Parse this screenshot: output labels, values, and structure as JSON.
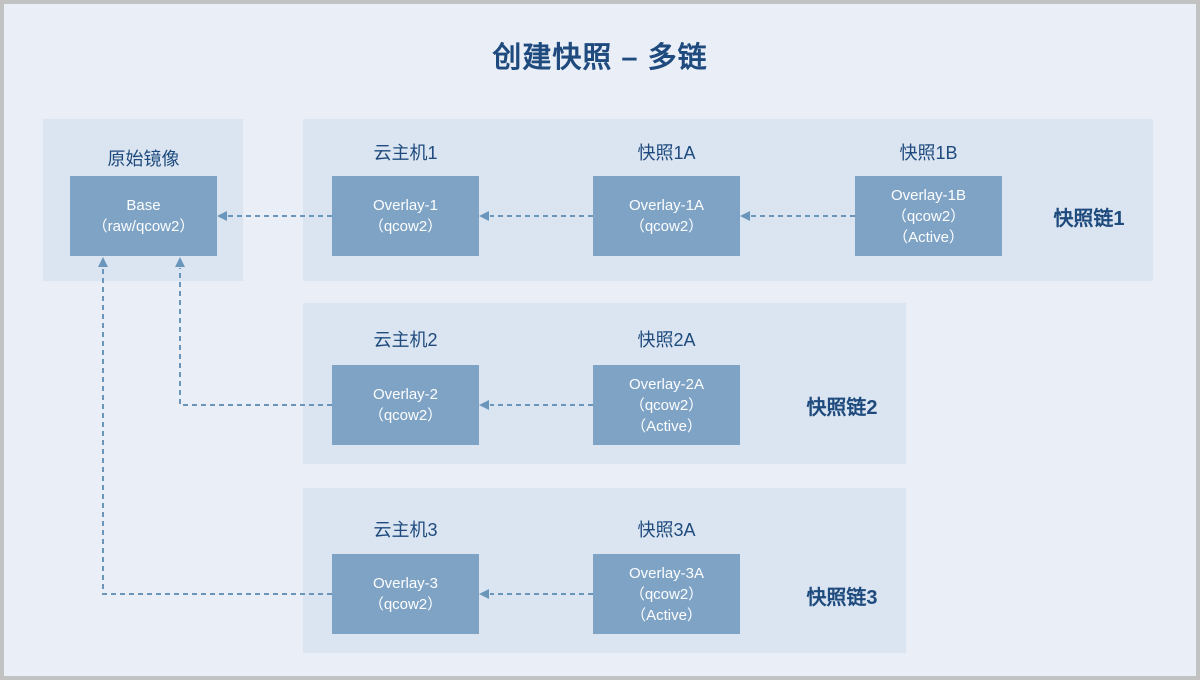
{
  "title": "创建快照 – 多链",
  "colors": {
    "page_bg": "#e9eef7",
    "panel_bg": "#dbe5f1",
    "node_bg": "#7fa3c5",
    "node_text": "#fdfeff",
    "heading": "#1e4a7d",
    "connector": "#6b96bc",
    "frame_border": "#c2c2c2"
  },
  "base_panel": {
    "header": "原始镜像",
    "box": {
      "line1": "Base",
      "line2": "（raw/qcow2）"
    }
  },
  "chains": [
    {
      "label": "快照链1",
      "columns": [
        {
          "header": "云主机1",
          "box": {
            "line1": "Overlay-1",
            "line2": "（qcow2）"
          }
        },
        {
          "header": "快照1A",
          "box": {
            "line1": "Overlay-1A",
            "line2": "（qcow2）"
          }
        },
        {
          "header": "快照1B",
          "box": {
            "line1": "Overlay-1B",
            "line2": "（qcow2）",
            "line3": "（Active）"
          }
        }
      ]
    },
    {
      "label": "快照链2",
      "columns": [
        {
          "header": "云主机2",
          "box": {
            "line1": "Overlay-2",
            "line2": "（qcow2）"
          }
        },
        {
          "header": "快照2A",
          "box": {
            "line1": "Overlay-2A",
            "line2": "（qcow2）",
            "line3": "（Active）"
          }
        }
      ]
    },
    {
      "label": "快照链3",
      "columns": [
        {
          "header": "云主机3",
          "box": {
            "line1": "Overlay-3",
            "line2": "（qcow2）"
          }
        },
        {
          "header": "快照3A",
          "box": {
            "line1": "Overlay-3A",
            "line2": "（qcow2）",
            "line3": "（Active）"
          }
        }
      ]
    }
  ]
}
